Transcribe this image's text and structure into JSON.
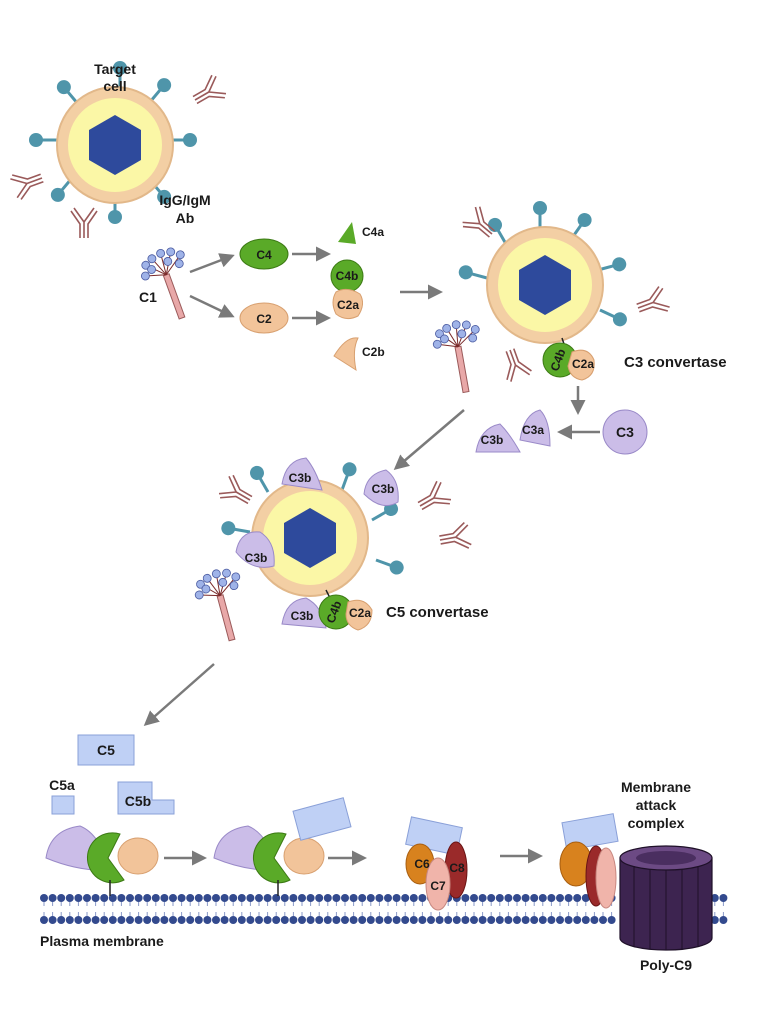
{
  "labels": {
    "target_cell_line1": "Target",
    "target_cell_line2": "cell",
    "antibody_line1": "IgG/IgM",
    "antibody_line2": "Ab",
    "c1": "C1",
    "c4": "C4",
    "c4a": "C4a",
    "c4b": "C4b",
    "c2": "C2",
    "c2a": "C2a",
    "c2b": "C2b",
    "c3_convertase": "C3 convertase",
    "c3": "C3",
    "c3a": "C3a",
    "c3b": "C3b",
    "c5_convertase": "C5 convertase",
    "c5": "C5",
    "c5a": "C5a",
    "c5b": "C5b",
    "c6": "C6",
    "c7": "C7",
    "c8": "C8",
    "mac_line1": "Membrane",
    "mac_line2": "attack",
    "mac_line3": "complex",
    "plasma_membrane": "Plasma membrane",
    "poly_c9": "Poly-C9"
  },
  "colors": {
    "cell_outer": "#f3cfa4",
    "cell_inner": "#fbf7a6",
    "nucleus": "#2e4a9c",
    "receptor": "#4f95aa",
    "antibody": "#9a5a5a",
    "c1_stalk": "#e8a8a8",
    "c1_head": "#9fb3e8",
    "c4_green": "#5aaa28",
    "c2_tan": "#f2c49a",
    "c3_lavender": "#cbbde8",
    "c5_blue": "#bfd0f5",
    "c6_orange": "#d8821e",
    "c7_pink": "#f0b4aa",
    "c8_red": "#9a2a2a",
    "c9_purple": "#3d2450",
    "membrane_head": "#334a8e",
    "arrow": "#7a7a7a"
  }
}
